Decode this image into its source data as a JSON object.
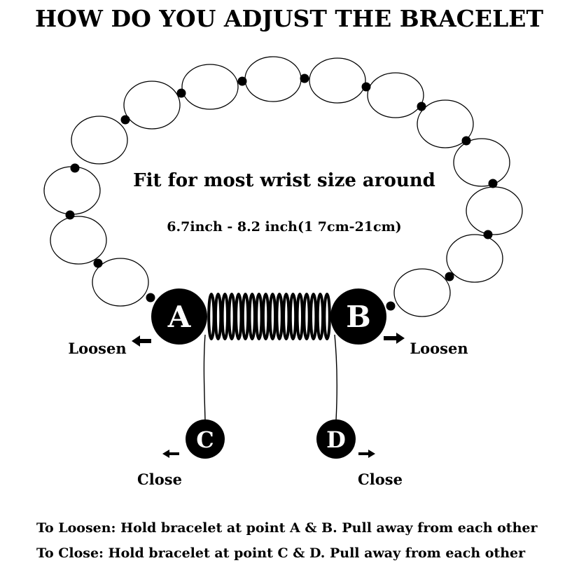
{
  "title": "HOW DO YOU ADJUST THE BRACELET",
  "fit_heading": "Fit for most wrist size around",
  "fit_range": "6.7inch - 8.2 inch(1 7cm-21cm)",
  "points": {
    "a": "A",
    "b": "B",
    "c": "C",
    "d": "D"
  },
  "labels": {
    "loosen_left": "Loosen",
    "loosen_right": "Loosen",
    "close_left": "Close",
    "close_right": "Close"
  },
  "instructions": {
    "loosen": "To Loosen: Hold bracelet at point A & B. Pull away from each other",
    "close": "To Close: Hold bracelet at point C & D. Pull away from each other"
  }
}
